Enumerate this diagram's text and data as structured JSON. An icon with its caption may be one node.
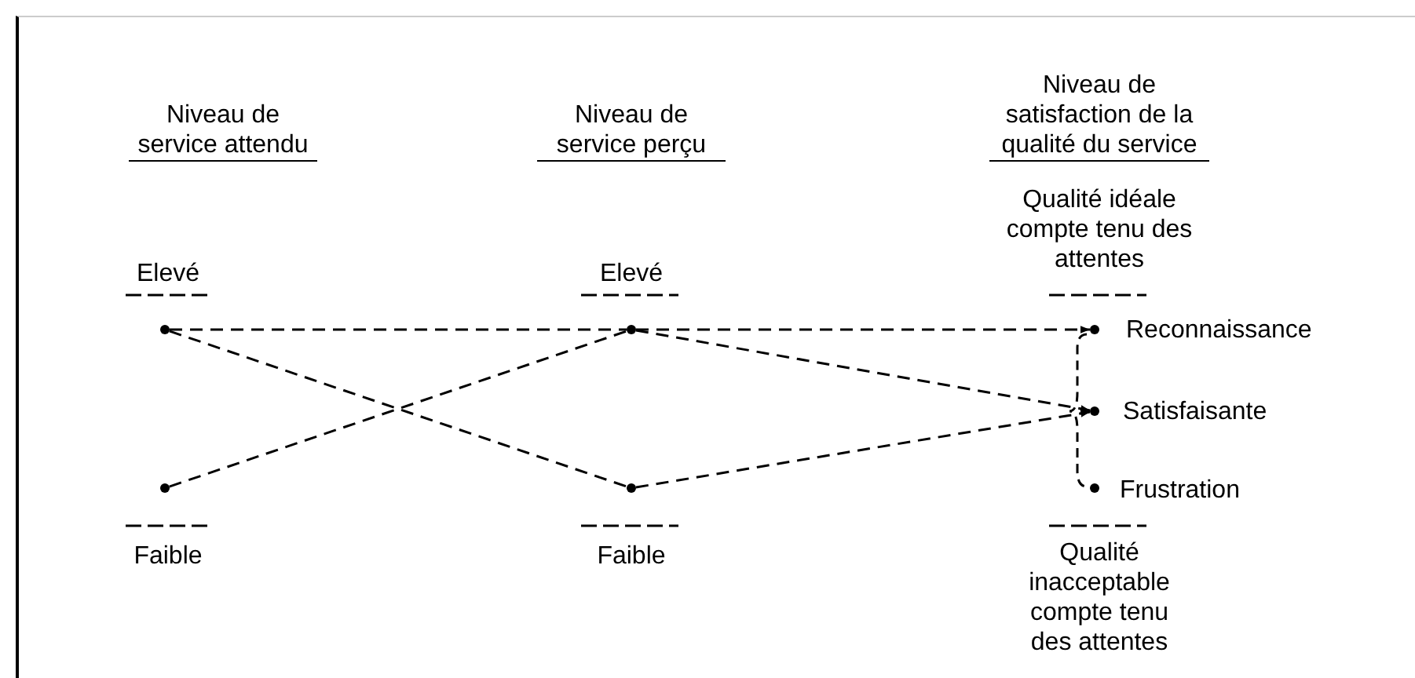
{
  "diagram": {
    "nodes": [
      {
        "text": [],
        "shape": "circle",
        "beside": [
          "Elevé"
        ]
      },
      {
        "text": [],
        "shape": "circle",
        "beside": [
          "Faible"
        ]
      },
      {
        "text": [],
        "shape": "circle",
        "beside": [
          "Elevé"
        ]
      },
      {
        "text": [],
        "shape": "circle",
        "beside": [
          "Faible"
        ]
      },
      {
        "text": [],
        "shape": "circle",
        "beside": [
          "Reconnaissance",
          "Qualité idéale compte tenu des attentes"
        ]
      },
      {
        "text": [],
        "shape": "circle",
        "beside": [
          "Satisfaisante"
        ]
      },
      {
        "text": [],
        "shape": "circle",
        "beside": [
          "Frustration",
          "Qualité inacceptable compte tenu des attentes"
        ]
      }
    ],
    "edges": [
      {
        "from": 0,
        "to": 2,
        "arrow": "none",
        "style": "dashed"
      },
      {
        "from": 2,
        "to": 4,
        "arrow": "to",
        "style": "dashed"
      },
      {
        "from": 0,
        "to": 3,
        "arrow": "none",
        "style": "dashed"
      },
      {
        "from": 1,
        "to": 2,
        "arrow": "none",
        "style": "dashed"
      },
      {
        "from": 2,
        "to": 5,
        "arrow": "to",
        "style": "dashed"
      },
      {
        "from": 3,
        "to": 5,
        "arrow": "to",
        "style": "dashed"
      }
    ],
    "labels": [
      "Niveau de service attendu",
      "Niveau de service perçu",
      "Niveau de satisfaction de la qualité du service"
    ]
  }
}
